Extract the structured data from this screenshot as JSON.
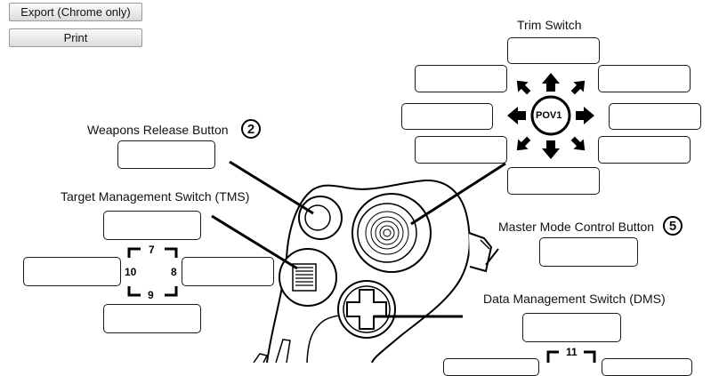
{
  "toolbar": {
    "export_label": "Export (Chrome only)",
    "print_label": "Print"
  },
  "labels": {
    "trim_switch": "Trim Switch",
    "weapons_release": "Weapons Release Button",
    "weapons_release_num": "2",
    "tms": "Target Management Switch (TMS)",
    "master_mode": "Master Mode Control Button",
    "master_mode_num": "5",
    "dms": "Data Management Switch (DMS)",
    "pov": "POV1"
  },
  "tms_numbers": {
    "up": "7",
    "right": "8",
    "down": "9",
    "left": "10"
  },
  "dms_numbers": {
    "up": "11"
  }
}
